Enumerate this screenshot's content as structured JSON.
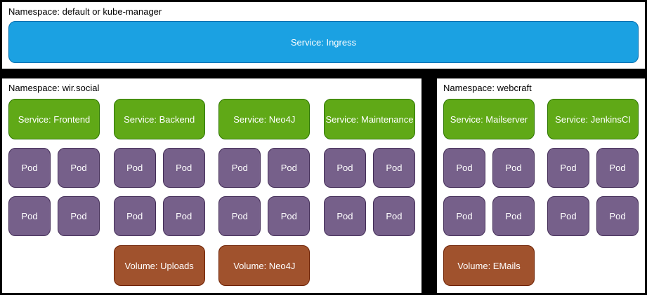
{
  "top": {
    "namespace_label": "Namespace: default or kube-manager",
    "ingress_label": "Service: Ingress"
  },
  "wir_social": {
    "namespace_label": "Namespace: wir.social",
    "services": [
      "Service: Frontend",
      "Service: Backend",
      "Service: Neo4J",
      "Service: Maintenance"
    ],
    "pod_label": "Pod",
    "volumes": [
      "Volume: Uploads",
      "Volume: Neo4J"
    ]
  },
  "webcraft": {
    "namespace_label": "Namespace: webcraft",
    "services": [
      "Service: Mailserver",
      "Service: JenkinsCI"
    ],
    "pod_label": "Pod",
    "volumes": [
      "Volume: EMails"
    ]
  },
  "colors": {
    "background": "#000000",
    "panel": "#ffffff",
    "ingress_fill": "#1BA1E2",
    "ingress_stroke": "#006EAF",
    "service_fill": "#60A917",
    "service_stroke": "#2D7600",
    "pod_fill": "#76608A",
    "pod_stroke": "#432D57",
    "volume_fill": "#A0522D",
    "volume_stroke": "#6D1F00",
    "node_text": "#ffffff",
    "label_text": "#000000"
  }
}
